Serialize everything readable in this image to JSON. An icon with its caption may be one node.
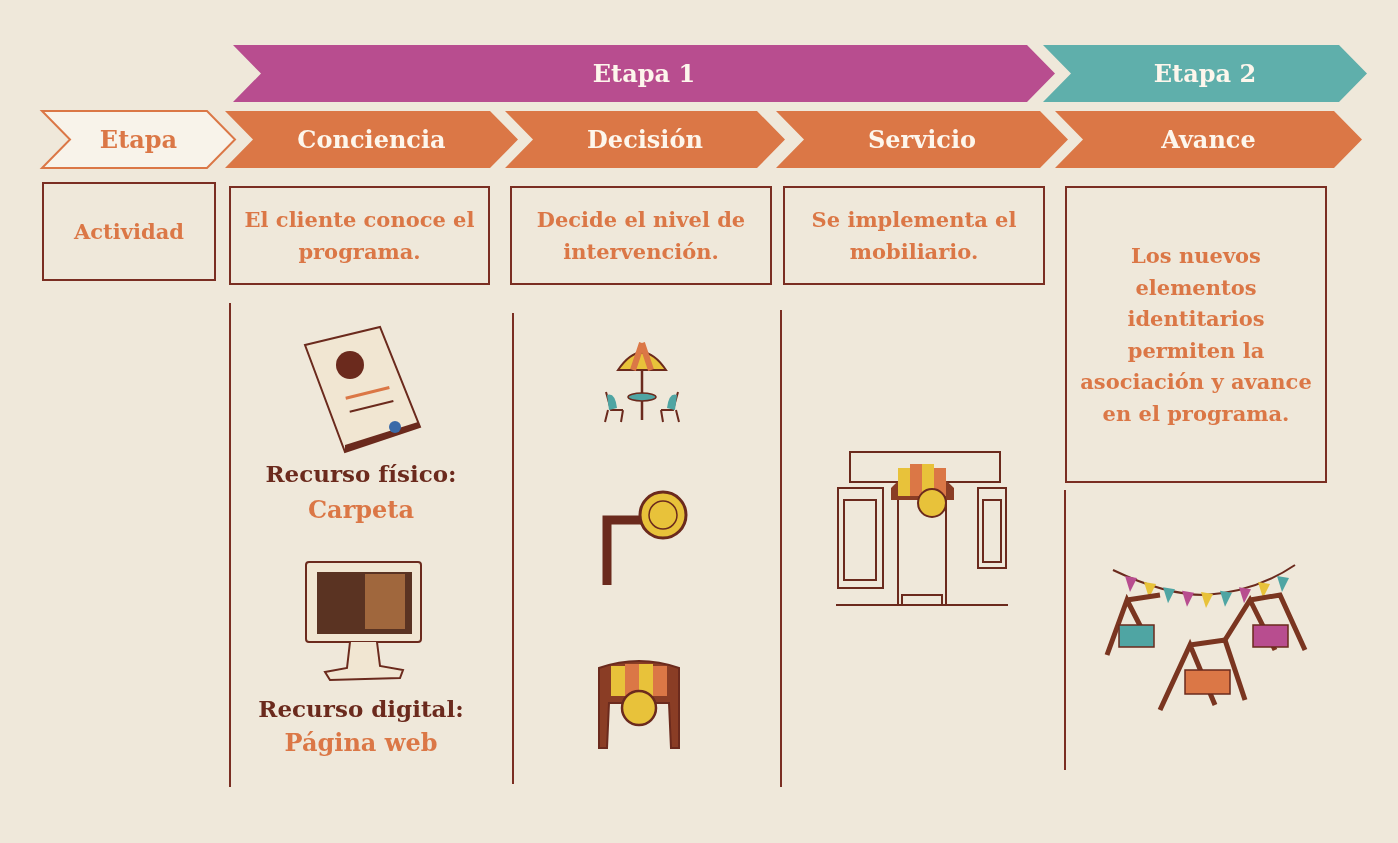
{
  "diagram": {
    "nodes": [
      {
        "text": [
          "Etapa 1"
        ]
      },
      {
        "text": [
          "Etapa 2"
        ]
      },
      {
        "text": [
          "Etapa"
        ]
      },
      {
        "text": [
          "Conciencia"
        ]
      },
      {
        "text": [
          "Decisión"
        ]
      },
      {
        "text": [
          "Servicio"
        ]
      },
      {
        "text": [
          "Avance"
        ]
      },
      {
        "text": [
          "Actividad"
        ]
      },
      {
        "text": [
          "El cliente conoce el programa."
        ]
      },
      {
        "text": [
          "Decide el nivel de intervención."
        ]
      },
      {
        "text": [
          "Se implementa el mobiliario."
        ]
      },
      {
        "text": [
          "Los nuevos elementos identitarios permiten la asociación y avance en el programa."
        ]
      }
    ],
    "labels": [
      "Recurso físico:",
      "Carpeta",
      "Recurso digital:",
      "Página web"
    ]
  }
}
